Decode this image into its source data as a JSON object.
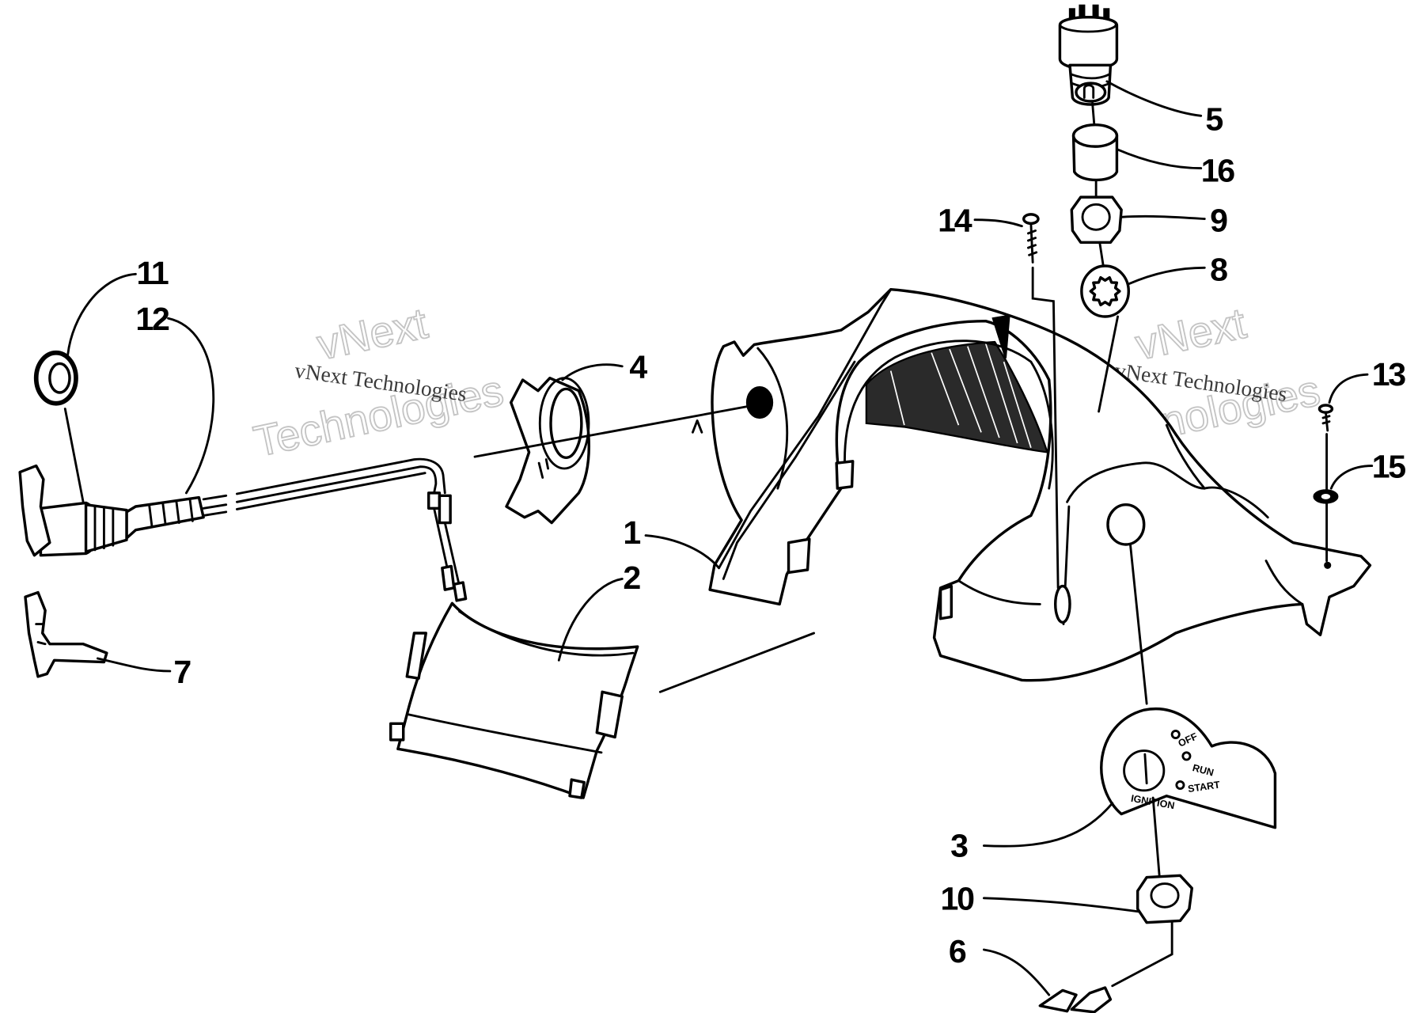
{
  "callouts": {
    "c1": "1",
    "c2": "2",
    "c3": "3",
    "c4": "4",
    "c5": "5",
    "c6": "6",
    "c7": "7",
    "c8": "8",
    "c9": "9",
    "c10": "10",
    "c11": "11",
    "c12": "12",
    "c13": "13",
    "c14": "14",
    "c15": "15",
    "c16": "16"
  },
  "ignition_plate": {
    "off": "OFF",
    "run": "RUN",
    "start": "START",
    "ignition": "IGNITION"
  },
  "watermark": {
    "word1": "vNext",
    "word2": "Technologies",
    "line": "vNext Technologies"
  }
}
